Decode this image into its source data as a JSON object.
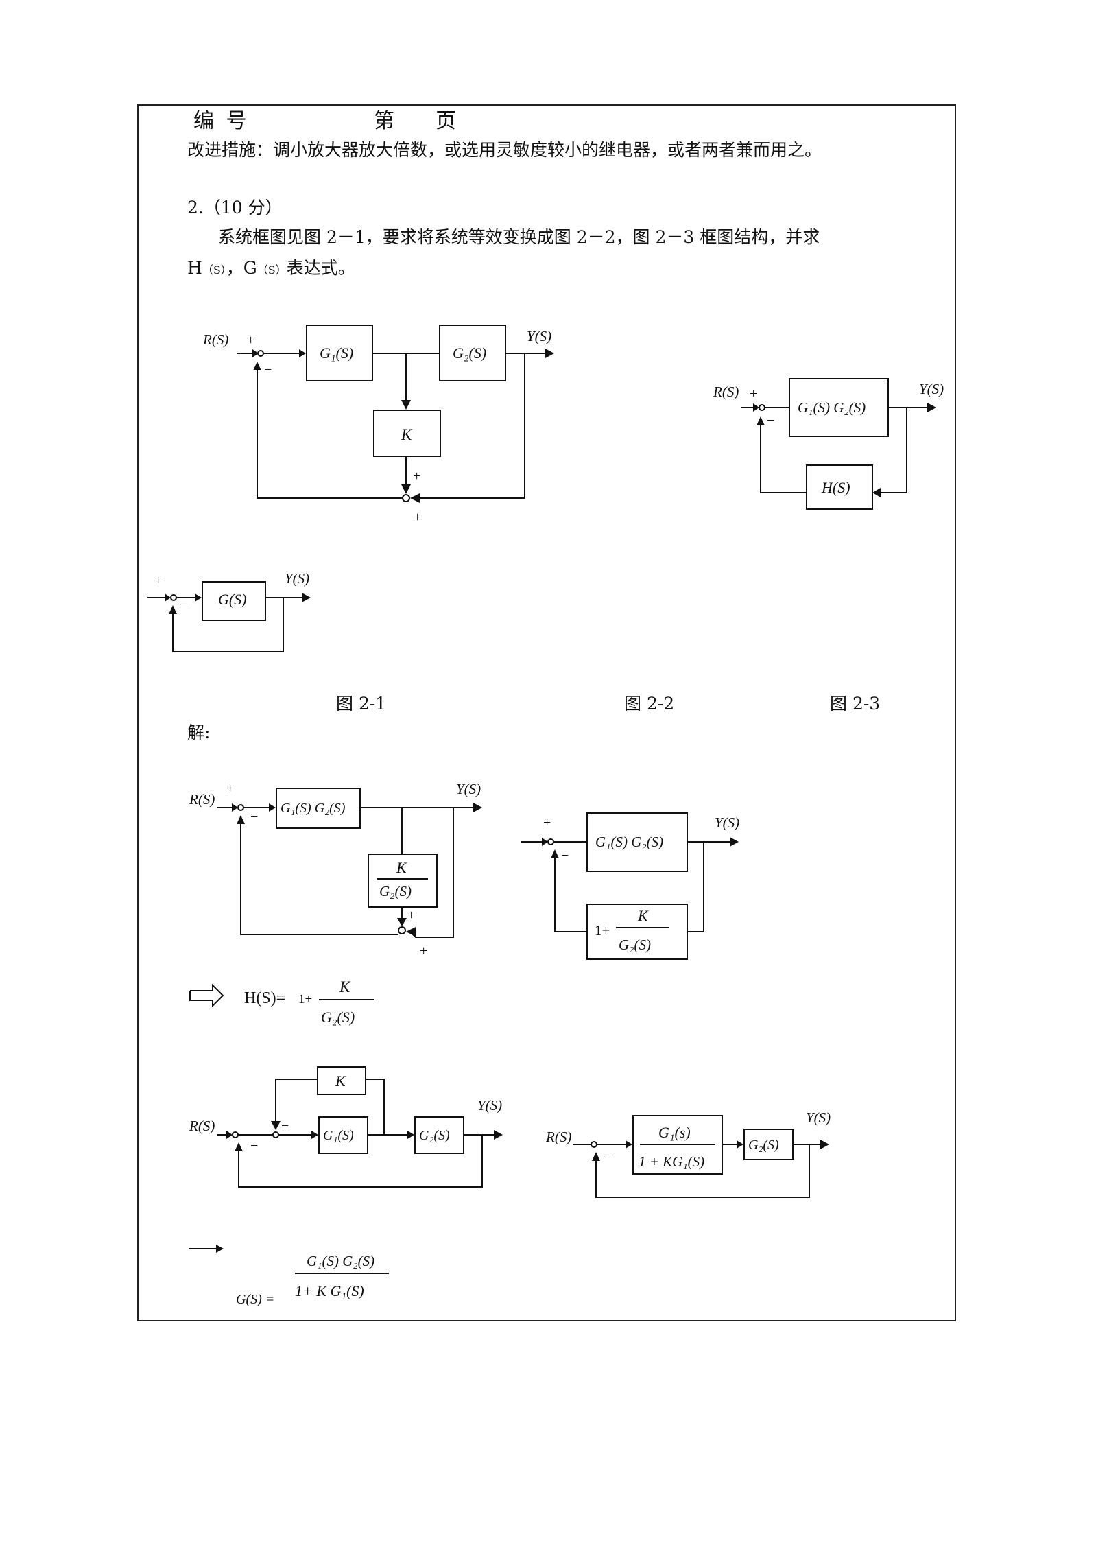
{
  "header": {
    "number_label": "编 号",
    "page_label": "第　　页"
  },
  "intro_line": "改进措施：调小放大器放大倍数，或选用灵敏度较小的继电器，或者两者兼而用之。",
  "problem": {
    "heading": "2.（10 分）",
    "statement_line1": "系统框图见图 2－1，要求将系统等效变换成图 2－2，图 2－3 框图结构，并求",
    "statement_line2_H": "H",
    "statement_line2_Hsub": "（S）",
    "statement_line2_sep": "，",
    "statement_line2_G": "G",
    "statement_line2_Gsub": "（S）",
    "statement_line2_tail": "表达式。"
  },
  "figures": {
    "fig1_caption": "图  2-1",
    "fig2_caption": "图 2-2",
    "fig3_caption": "图 2-3"
  },
  "solution_label": "解:",
  "labels": {
    "R": "R(S)",
    "Y": "Y(S)",
    "G1": "G₁(S)",
    "G2": "G₂(S)",
    "K": "K",
    "G1G2": "G₁(S) G₂(S)",
    "H": "H(S)",
    "G": "G(S)",
    "plus": "+",
    "minus": "−",
    "K_over_G2_num": "K",
    "K_over_G2_den": "G₂(S)",
    "one_plus": "1+",
    "G1s_num": "G₁(s)",
    "G1s_den": "1 + KG₁(S)"
  },
  "results": {
    "H_lhs": "H(S)=",
    "H_one": "1+",
    "H_num": "K",
    "H_den": "G₂(S)",
    "G_lhs": "G(S) =",
    "G_num": "G₁(S) G₂(S)",
    "G_den": "1+ K G₁(S)"
  }
}
